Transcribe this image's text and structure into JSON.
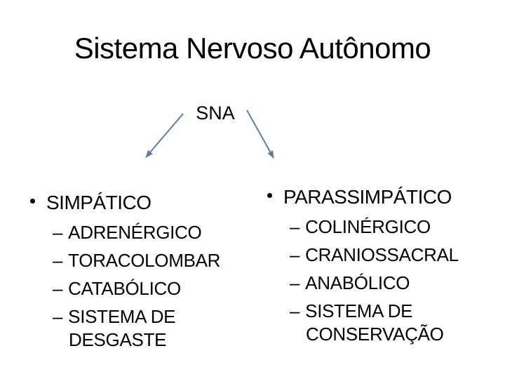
{
  "slide": {
    "title": "Sistema Nervoso Autônomo",
    "arrow_color": "#5b7da7",
    "markers": {
      "bullet": "•",
      "dash": "–"
    },
    "diagram": {
      "root_label": "SNA",
      "left_branch": {
        "heading": "SIMPÁTICO",
        "items": [
          "ADRENÉRGICO",
          "TORACOLOMBAR",
          "CATABÓLICO",
          "SISTEMA DE DESGASTE"
        ]
      },
      "right_branch": {
        "heading": "PARASSIMPÁTICO",
        "items": [
          "COLINÉRGICO",
          "CRANIOSSACRAL",
          "ANABÓLICO",
          "SISTEMA DE CONSERVAÇÃO"
        ]
      }
    }
  }
}
